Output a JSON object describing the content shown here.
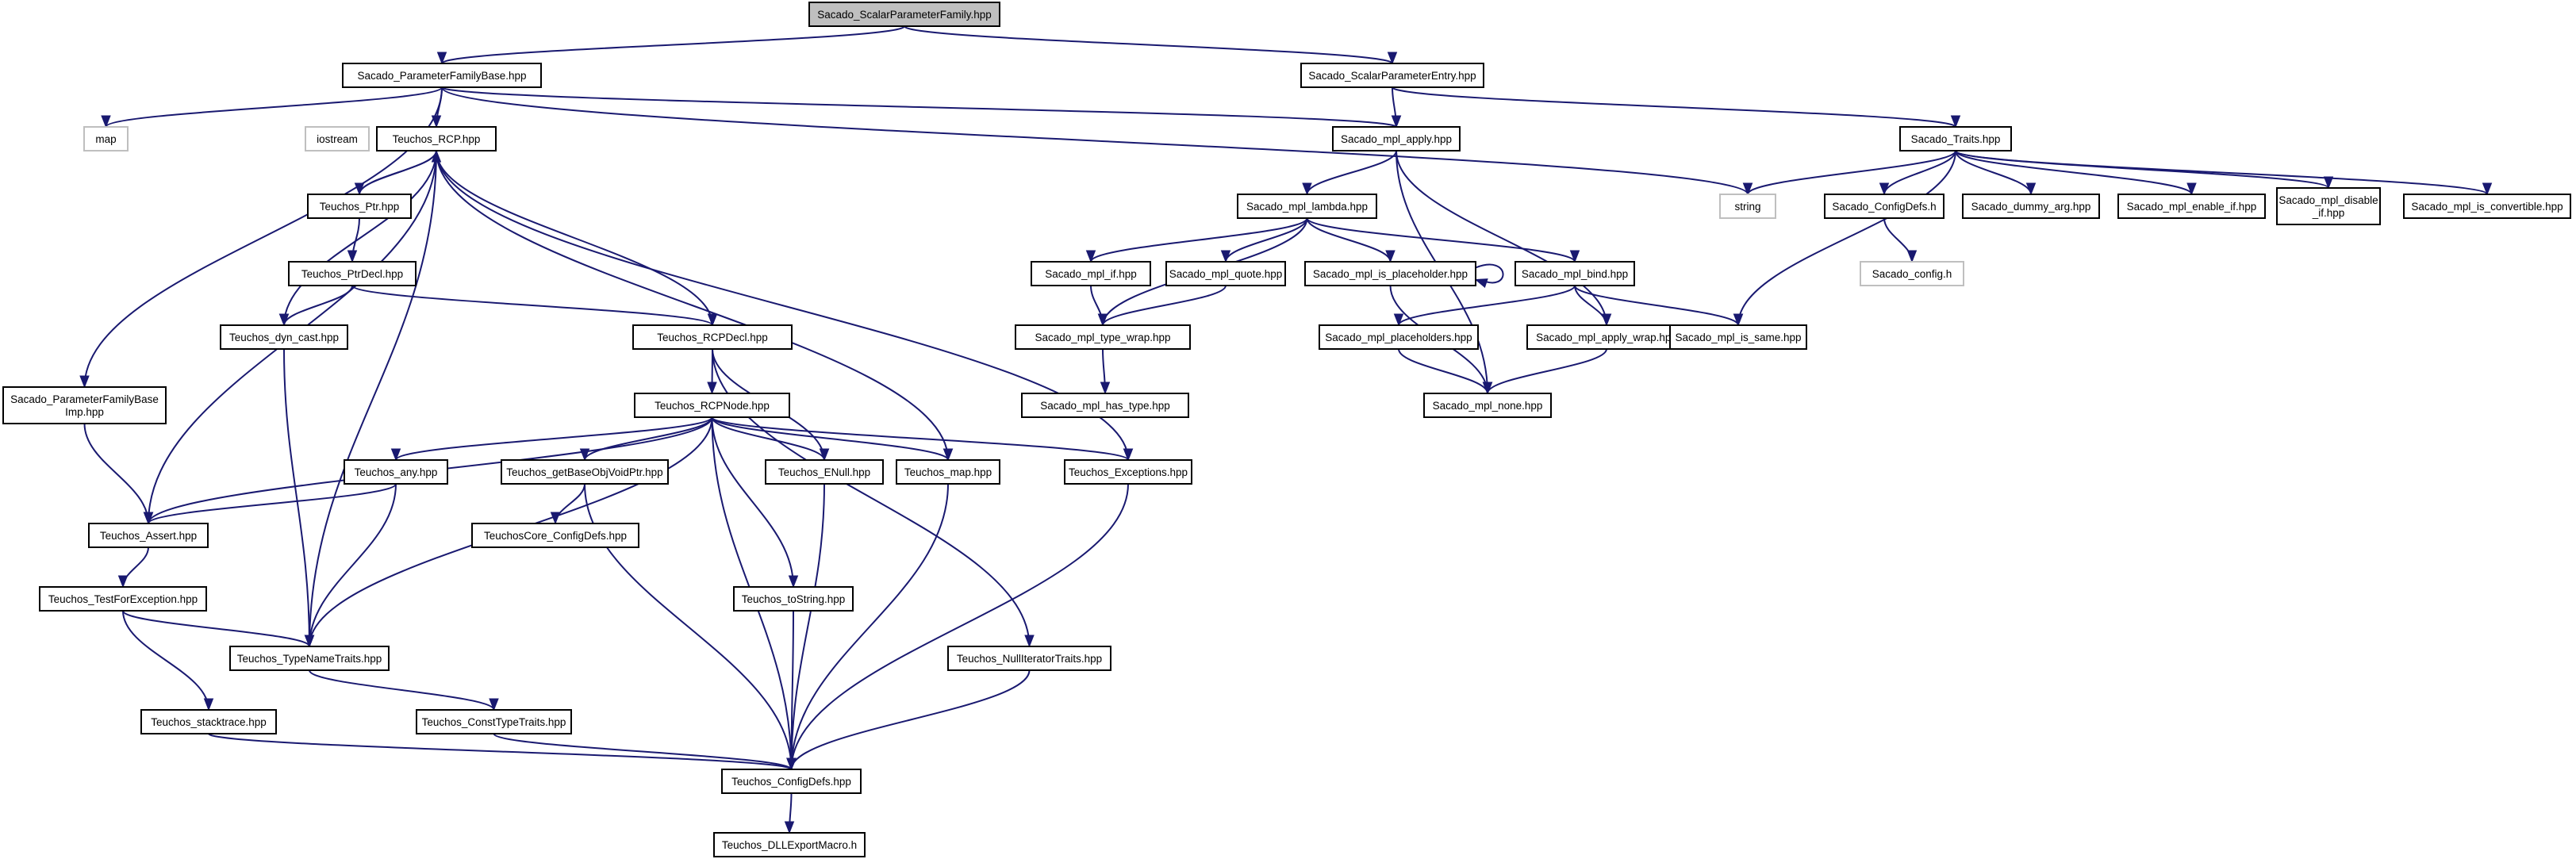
{
  "diagram": {
    "colors": {
      "edge": "#191970",
      "node_border": "#000000",
      "root_fill": "#bfbfbf",
      "external_border": "#bfbfbf",
      "background": "#ffffff"
    },
    "nodes": [
      {
        "id": "root",
        "label": "Sacado_ScalarParameterFamily.hpp",
        "kind": "root"
      },
      {
        "id": "pfb",
        "label": "Sacado_ParameterFamilyBase.hpp"
      },
      {
        "id": "spe",
        "label": "Sacado_ScalarParameterEntry.hpp"
      },
      {
        "id": "map",
        "label": "map",
        "kind": "external"
      },
      {
        "id": "iostream",
        "label": "iostream",
        "kind": "external"
      },
      {
        "id": "rcp",
        "label": "Teuchos_RCP.hpp"
      },
      {
        "id": "apply",
        "label": "Sacado_mpl_apply.hpp"
      },
      {
        "id": "traits",
        "label": "Sacado_Traits.hpp"
      },
      {
        "id": "string",
        "label": "string",
        "kind": "external"
      },
      {
        "id": "ptr",
        "label": "Teuchos_Ptr.hpp"
      },
      {
        "id": "lambda",
        "label": "Sacado_mpl_lambda.hpp"
      },
      {
        "id": "configdefs_s",
        "label": "Sacado_ConfigDefs.h"
      },
      {
        "id": "dummy",
        "label": "Sacado_dummy_arg.hpp"
      },
      {
        "id": "enableif",
        "label": "Sacado_mpl_enable_if.hpp"
      },
      {
        "id": "disableif",
        "label": "Sacado_mpl_disable\n_if.hpp"
      },
      {
        "id": "isconv",
        "label": "Sacado_mpl_is_convertible.hpp"
      },
      {
        "id": "ptrdecl",
        "label": "Teuchos_PtrDecl.hpp"
      },
      {
        "id": "mplif",
        "label": "Sacado_mpl_if.hpp"
      },
      {
        "id": "quote",
        "label": "Sacado_mpl_quote.hpp"
      },
      {
        "id": "isph",
        "label": "Sacado_mpl_is_placeholder.hpp"
      },
      {
        "id": "bind",
        "label": "Sacado_mpl_bind.hpp"
      },
      {
        "id": "sconfig",
        "label": "Sacado_config.h",
        "kind": "external"
      },
      {
        "id": "dyncast",
        "label": "Teuchos_dyn_cast.hpp"
      },
      {
        "id": "rcpdecl",
        "label": "Teuchos_RCPDecl.hpp"
      },
      {
        "id": "typewrap",
        "label": "Sacado_mpl_type_wrap.hpp"
      },
      {
        "id": "placeholders",
        "label": "Sacado_mpl_placeholders.hpp"
      },
      {
        "id": "applywrap",
        "label": "Sacado_mpl_apply_wrap.hpp"
      },
      {
        "id": "issame",
        "label": "Sacado_mpl_is_same.hpp"
      },
      {
        "id": "pfbimp",
        "label": "Sacado_ParameterFamilyBase\nImp.hpp"
      },
      {
        "id": "rcpnode",
        "label": "Teuchos_RCPNode.hpp"
      },
      {
        "id": "hastype",
        "label": "Sacado_mpl_has_type.hpp"
      },
      {
        "id": "none",
        "label": "Sacado_mpl_none.hpp"
      },
      {
        "id": "any",
        "label": "Teuchos_any.hpp"
      },
      {
        "id": "getbase",
        "label": "Teuchos_getBaseObjVoidPtr.hpp"
      },
      {
        "id": "enull",
        "label": "Teuchos_ENull.hpp"
      },
      {
        "id": "tmap",
        "label": "Teuchos_map.hpp"
      },
      {
        "id": "exceptions",
        "label": "Teuchos_Exceptions.hpp"
      },
      {
        "id": "assert",
        "label": "Teuchos_Assert.hpp"
      },
      {
        "id": "coreconfig",
        "label": "TeuchosCore_ConfigDefs.hpp"
      },
      {
        "id": "testfor",
        "label": "Teuchos_TestForException.hpp"
      },
      {
        "id": "tostring",
        "label": "Teuchos_toString.hpp"
      },
      {
        "id": "typename",
        "label": "Teuchos_TypeNameTraits.hpp"
      },
      {
        "id": "nullit",
        "label": "Teuchos_NullIteratorTraits.hpp"
      },
      {
        "id": "stacktrace",
        "label": "Teuchos_stacktrace.hpp"
      },
      {
        "id": "consttype",
        "label": "Teuchos_ConstTypeTraits.hpp"
      },
      {
        "id": "tconfig",
        "label": "Teuchos_ConfigDefs.hpp"
      },
      {
        "id": "dll",
        "label": "Teuchos_DLLExportMacro.h"
      }
    ],
    "edges": [
      [
        "root",
        "pfb"
      ],
      [
        "root",
        "spe"
      ],
      [
        "pfb",
        "map"
      ],
      [
        "pfb",
        "rcp"
      ],
      [
        "pfb",
        "apply"
      ],
      [
        "pfb",
        "string"
      ],
      [
        "pfb",
        "pfbimp"
      ],
      [
        "spe",
        "apply"
      ],
      [
        "spe",
        "traits"
      ],
      [
        "rcp",
        "ptr"
      ],
      [
        "rcp",
        "dyncast"
      ],
      [
        "rcp",
        "rcpdecl"
      ],
      [
        "rcp",
        "assert"
      ],
      [
        "rcp",
        "typename"
      ],
      [
        "rcp",
        "tmap"
      ],
      [
        "rcp",
        "exceptions"
      ],
      [
        "ptr",
        "rcp"
      ],
      [
        "ptr",
        "ptrdecl"
      ],
      [
        "ptrdecl",
        "dyncast"
      ],
      [
        "ptrdecl",
        "rcpdecl"
      ],
      [
        "dyncast",
        "typename"
      ],
      [
        "rcpdecl",
        "rcpnode"
      ],
      [
        "rcpdecl",
        "enull"
      ],
      [
        "rcpdecl",
        "nullit"
      ],
      [
        "rcpnode",
        "any"
      ],
      [
        "rcpnode",
        "getbase"
      ],
      [
        "rcpnode",
        "enull"
      ],
      [
        "rcpnode",
        "tmap"
      ],
      [
        "rcpnode",
        "exceptions"
      ],
      [
        "rcpnode",
        "assert"
      ],
      [
        "rcpnode",
        "typename"
      ],
      [
        "rcpnode",
        "tostring"
      ],
      [
        "rcpnode",
        "tconfig"
      ],
      [
        "any",
        "assert"
      ],
      [
        "any",
        "typename"
      ],
      [
        "getbase",
        "coreconfig"
      ],
      [
        "getbase",
        "tconfig"
      ],
      [
        "enull",
        "tconfig"
      ],
      [
        "tmap",
        "tconfig"
      ],
      [
        "exceptions",
        "tconfig"
      ],
      [
        "tostring",
        "tconfig"
      ],
      [
        "nullit",
        "tconfig"
      ],
      [
        "pfbimp",
        "assert"
      ],
      [
        "assert",
        "testfor"
      ],
      [
        "testfor",
        "typename"
      ],
      [
        "testfor",
        "stacktrace"
      ],
      [
        "typename",
        "consttype"
      ],
      [
        "consttype",
        "tconfig"
      ],
      [
        "stacktrace",
        "tconfig"
      ],
      [
        "tconfig",
        "dll"
      ],
      [
        "apply",
        "lambda"
      ],
      [
        "apply",
        "applywrap"
      ],
      [
        "apply",
        "none"
      ],
      [
        "lambda",
        "mplif"
      ],
      [
        "lambda",
        "quote"
      ],
      [
        "lambda",
        "isph"
      ],
      [
        "lambda",
        "bind"
      ],
      [
        "lambda",
        "typewrap"
      ],
      [
        "mplif",
        "typewrap"
      ],
      [
        "quote",
        "typewrap"
      ],
      [
        "typewrap",
        "hastype"
      ],
      [
        "isph",
        "isph"
      ],
      [
        "isph",
        "none"
      ],
      [
        "bind",
        "placeholders"
      ],
      [
        "bind",
        "applywrap"
      ],
      [
        "bind",
        "issame"
      ],
      [
        "placeholders",
        "none"
      ],
      [
        "applywrap",
        "none"
      ],
      [
        "traits",
        "string"
      ],
      [
        "traits",
        "configdefs_s"
      ],
      [
        "traits",
        "dummy"
      ],
      [
        "traits",
        "enableif"
      ],
      [
        "traits",
        "disableif"
      ],
      [
        "traits",
        "isconv"
      ],
      [
        "traits",
        "issame"
      ],
      [
        "configdefs_s",
        "sconfig"
      ]
    ]
  }
}
